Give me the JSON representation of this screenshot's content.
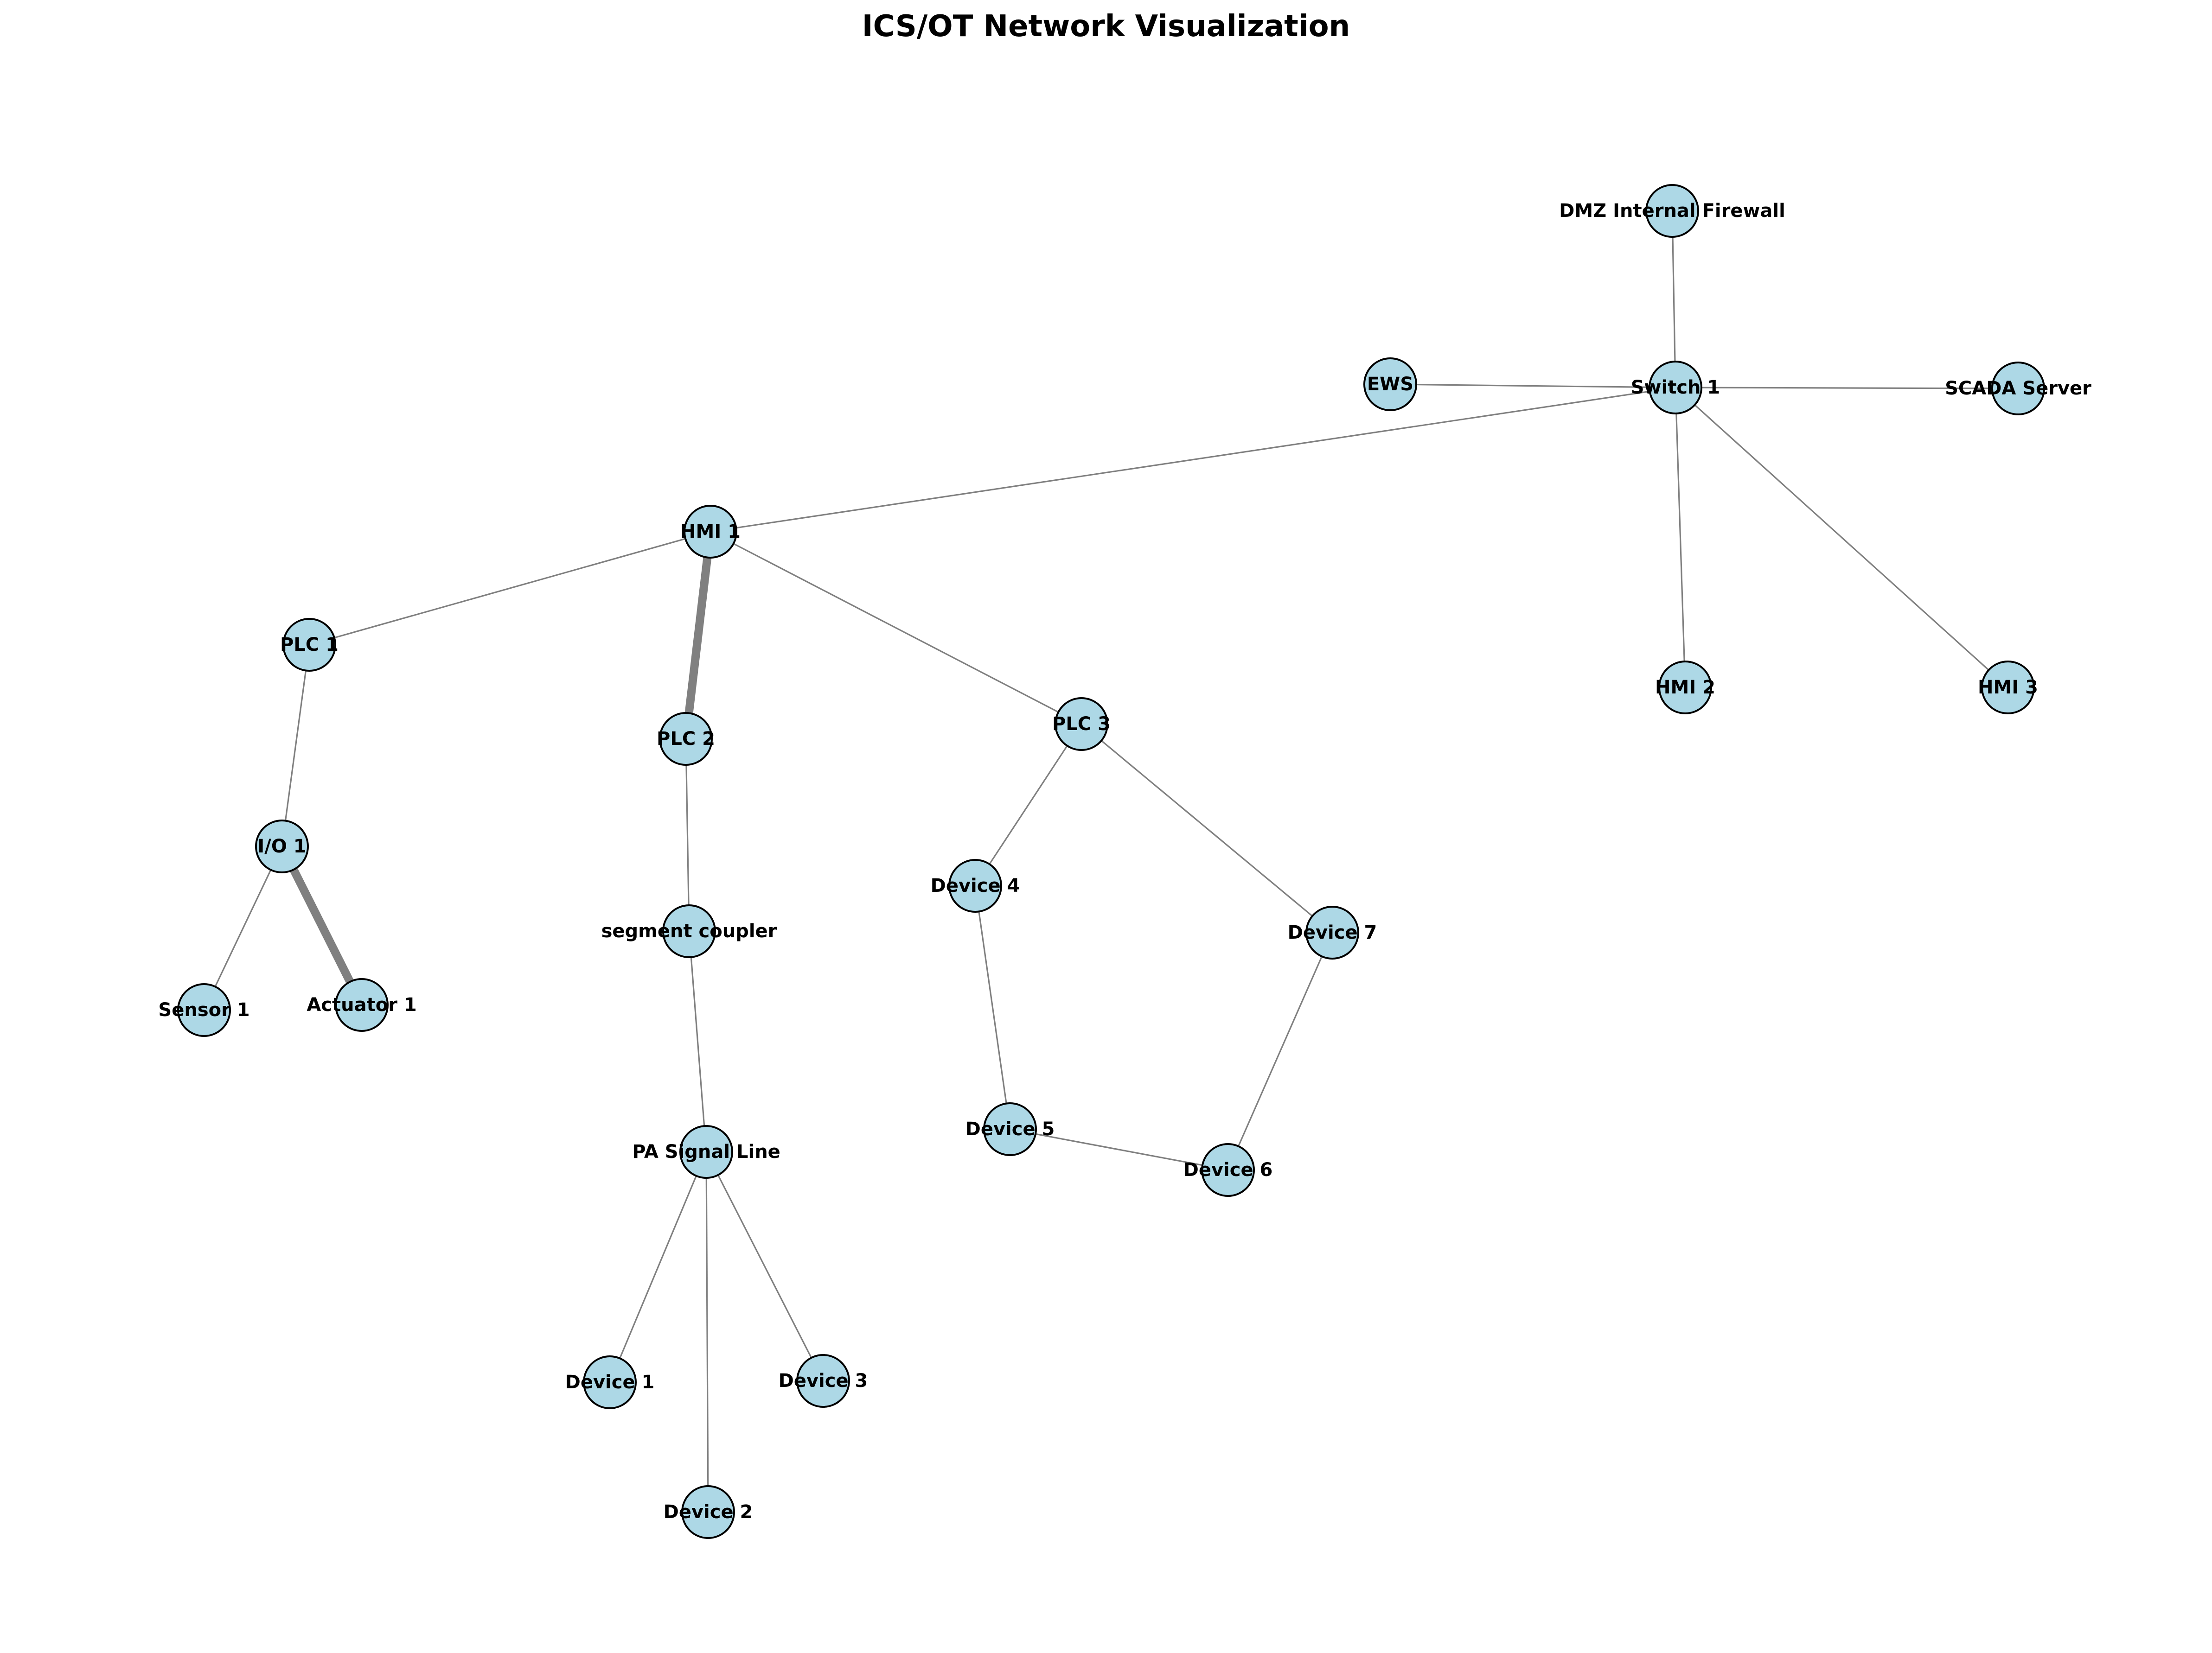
{
  "title": "ICS/OT Network Visualization",
  "colors": {
    "node_fill": "#add8e6",
    "node_stroke": "#000000",
    "edge": "#808080",
    "background": "#ffffff",
    "text": "#000000"
  },
  "nodes": [
    {
      "id": "dmz-internal-firewall",
      "label": "DMZ Internal Firewall"
    },
    {
      "id": "switch-1",
      "label": "Switch 1"
    },
    {
      "id": "ews",
      "label": "EWS"
    },
    {
      "id": "scada-server",
      "label": "SCADA Server"
    },
    {
      "id": "hmi-1",
      "label": "HMI 1"
    },
    {
      "id": "hmi-2",
      "label": "HMI 2"
    },
    {
      "id": "hmi-3",
      "label": "HMI 3"
    },
    {
      "id": "plc-1",
      "label": "PLC 1"
    },
    {
      "id": "plc-2",
      "label": "PLC 2"
    },
    {
      "id": "plc-3",
      "label": "PLC 3"
    },
    {
      "id": "io-1",
      "label": "I/O 1"
    },
    {
      "id": "sensor-1",
      "label": "Sensor 1"
    },
    {
      "id": "actuator-1",
      "label": "Actuator 1"
    },
    {
      "id": "segment-coupler",
      "label": "segment coupler"
    },
    {
      "id": "pa-signal-line",
      "label": "PA Signal Line"
    },
    {
      "id": "device-1",
      "label": "Device 1"
    },
    {
      "id": "device-2",
      "label": "Device 2"
    },
    {
      "id": "device-3",
      "label": "Device 3"
    },
    {
      "id": "device-4",
      "label": "Device 4"
    },
    {
      "id": "device-5",
      "label": "Device 5"
    },
    {
      "id": "device-6",
      "label": "Device 6"
    },
    {
      "id": "device-7",
      "label": "Device 7"
    }
  ],
  "edges": [
    {
      "source": "dmz-internal-firewall",
      "target": "switch-1",
      "style": "thin"
    },
    {
      "source": "ews",
      "target": "switch-1",
      "style": "thin"
    },
    {
      "source": "switch-1",
      "target": "scada-server",
      "style": "thin"
    },
    {
      "source": "switch-1",
      "target": "hmi-1",
      "style": "thin"
    },
    {
      "source": "switch-1",
      "target": "hmi-2",
      "style": "thin"
    },
    {
      "source": "switch-1",
      "target": "hmi-3",
      "style": "thin"
    },
    {
      "source": "hmi-1",
      "target": "plc-1",
      "style": "thin"
    },
    {
      "source": "hmi-1",
      "target": "plc-2",
      "style": "thick"
    },
    {
      "source": "hmi-1",
      "target": "plc-3",
      "style": "thin"
    },
    {
      "source": "plc-1",
      "target": "io-1",
      "style": "thin"
    },
    {
      "source": "io-1",
      "target": "sensor-1",
      "style": "thin"
    },
    {
      "source": "io-1",
      "target": "actuator-1",
      "style": "thick"
    },
    {
      "source": "plc-2",
      "target": "segment-coupler",
      "style": "thin"
    },
    {
      "source": "segment-coupler",
      "target": "pa-signal-line",
      "style": "thin"
    },
    {
      "source": "pa-signal-line",
      "target": "device-1",
      "style": "thin"
    },
    {
      "source": "pa-signal-line",
      "target": "device-2",
      "style": "thin"
    },
    {
      "source": "pa-signal-line",
      "target": "device-3",
      "style": "thin"
    },
    {
      "source": "plc-3",
      "target": "device-4",
      "style": "thin"
    },
    {
      "source": "plc-3",
      "target": "device-7",
      "style": "thin"
    },
    {
      "source": "device-4",
      "target": "device-5",
      "style": "thin"
    },
    {
      "source": "device-5",
      "target": "device-6",
      "style": "thin"
    },
    {
      "source": "device-7",
      "target": "device-6",
      "style": "thin"
    }
  ]
}
